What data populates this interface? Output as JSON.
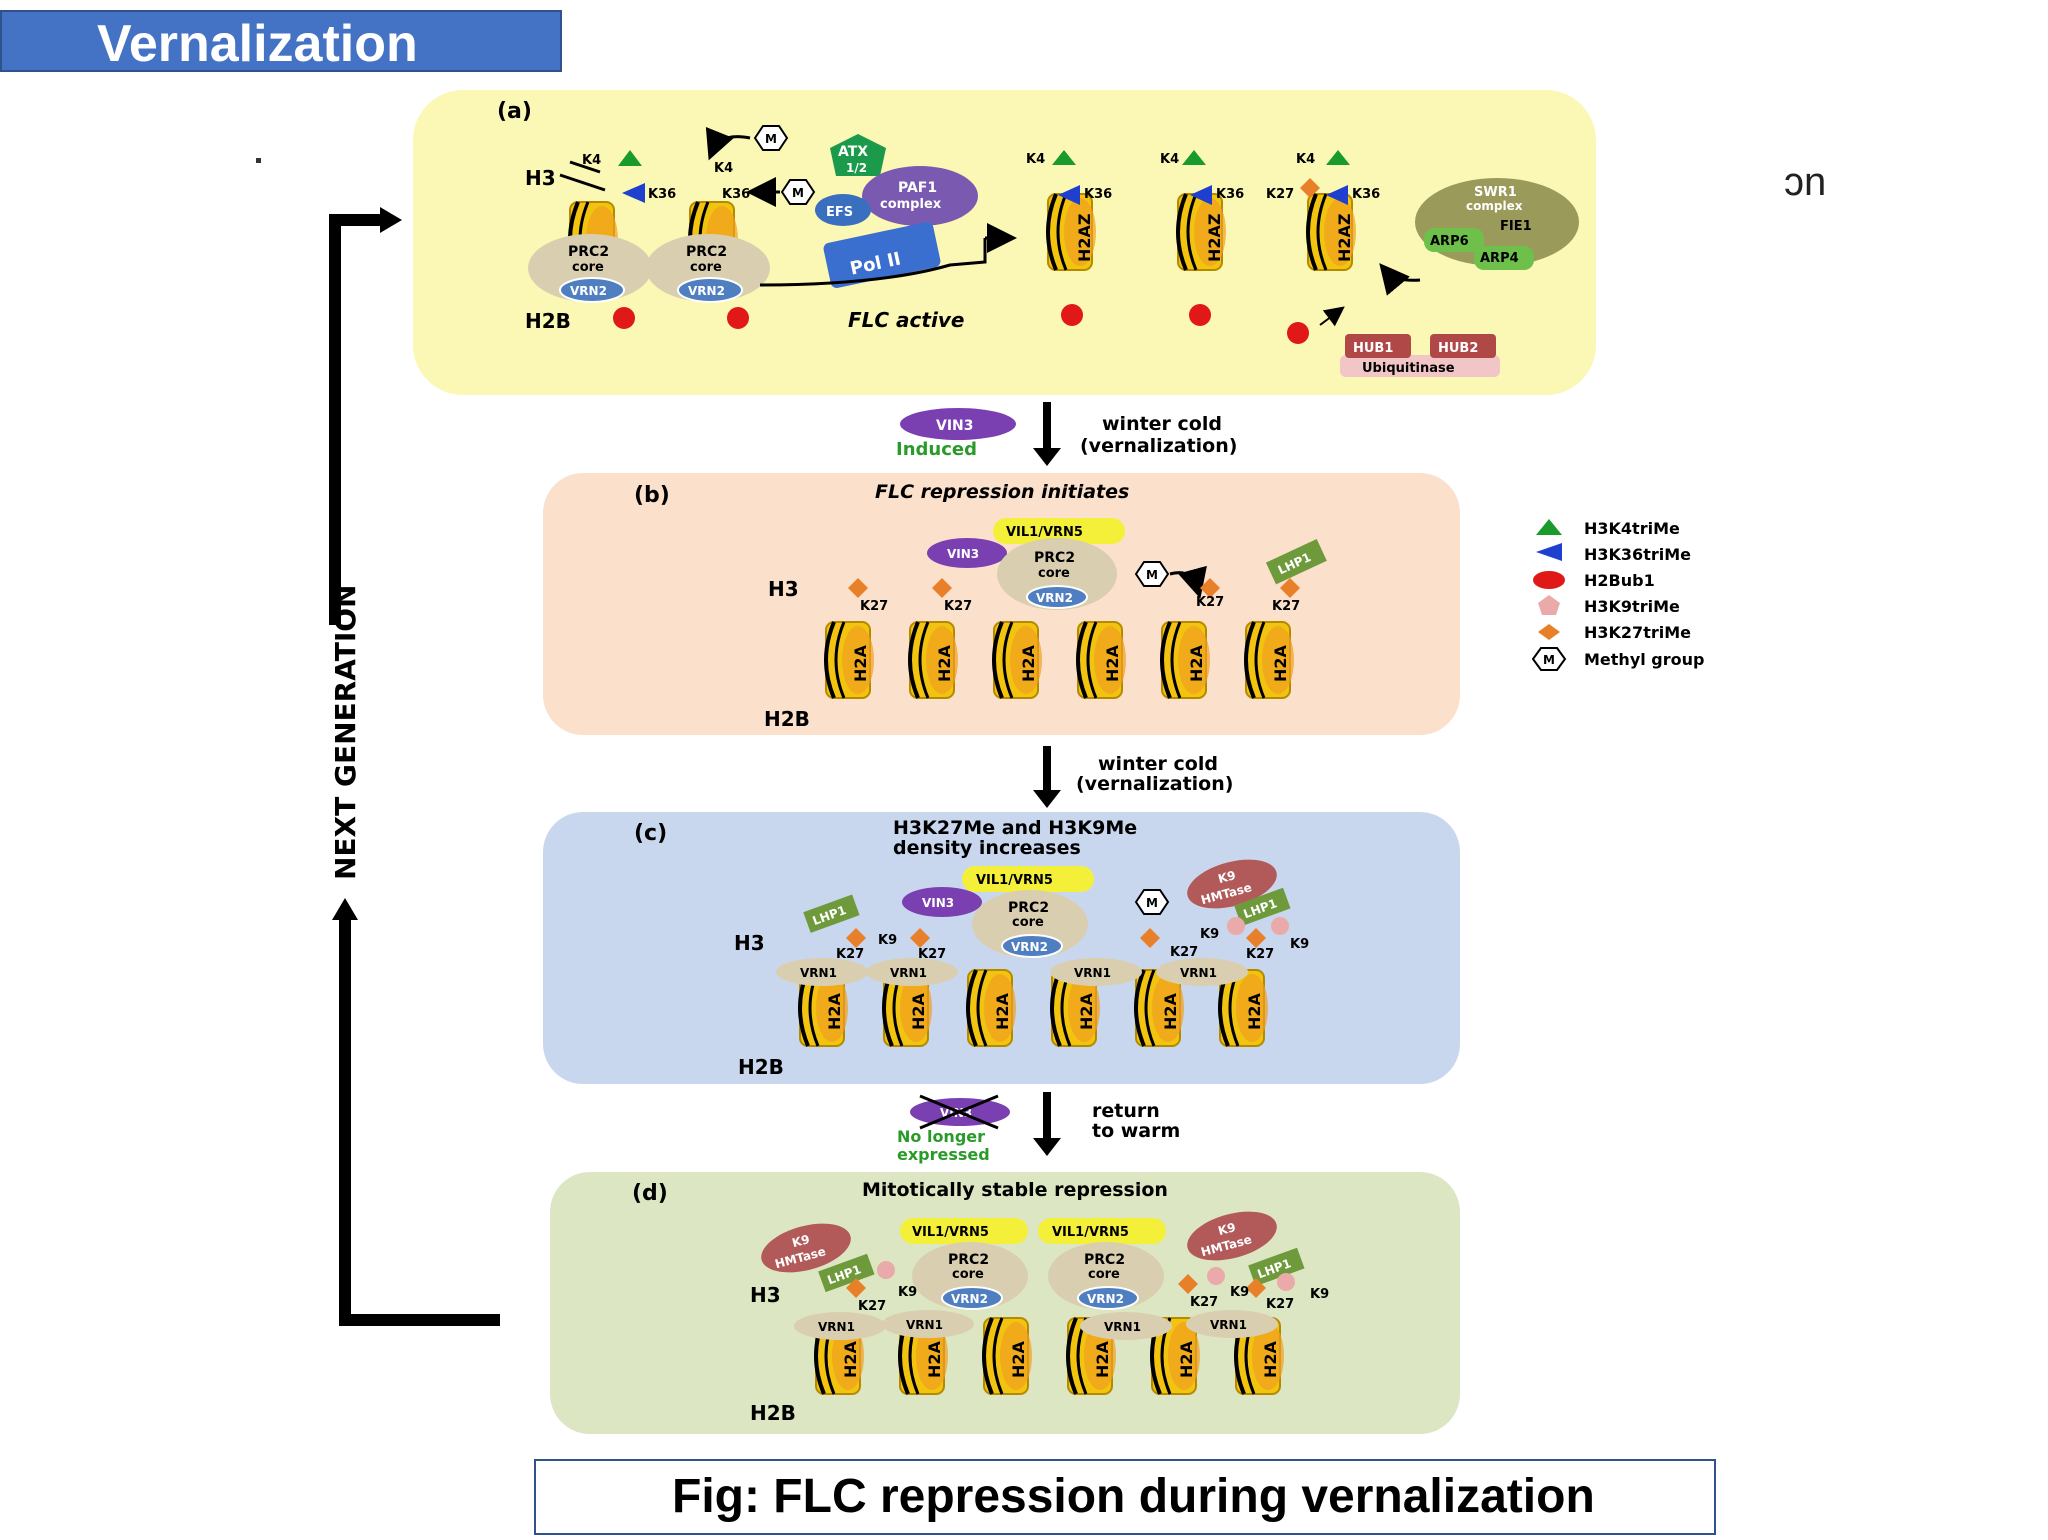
{
  "slide": {
    "title": "Vernalization",
    "caption": "Fig: FLC repression during vernalization",
    "stray_text": "ɔn"
  },
  "colors": {
    "title_bg": "#4472c4",
    "panel_a": "#fbf7b5",
    "panel_b": "#fbe0cc",
    "panel_c": "#c9d7ee",
    "panel_d": "#dce6c2",
    "nucleosome": "#f2c40f",
    "h2az": "#f0922b",
    "prc2": "#d9cfb0",
    "vrn2": "#4f7fc0",
    "vin3": "#7a3fb0",
    "vil1": "#f4f03a",
    "lhp1": "#6f9a3c",
    "k9hmtase": "#b25a5a",
    "h3k4": "#1a9a2a",
    "h3k36": "#1f3fcf",
    "h2bub1": "#e01818",
    "h3k9": "#eaaaaa",
    "h3k27": "#e8802a"
  },
  "side_label": "NEXT GENERATION",
  "panels": {
    "a": {
      "letter": "(a)",
      "h3": "H3",
      "h2b": "H2B",
      "k4": "K4",
      "k36": "K36",
      "k27": "K27",
      "prc2": "PRC2",
      "core": "core",
      "vrn2": "VRN2",
      "m": "M",
      "atx": "ATX",
      "atx_sub": "1/2",
      "paf1": "PAF1",
      "complex": "complex",
      "efs": "EFS",
      "pol": "Pol II",
      "flc_active": "FLC active",
      "h2az": "H2AZ",
      "swr1": "SWR1",
      "fie1": "FIE1",
      "arp6": "ARP6",
      "arp4": "ARP4",
      "hub1": "HUB1",
      "hub2": "HUB2",
      "ubiq": "Ubiquitinase"
    },
    "arrow1": {
      "vin3": "VIN3",
      "induced": "Induced",
      "line1": "winter cold",
      "line2": "(vernalization)"
    },
    "b": {
      "letter": "(b)",
      "title": "FLC repression initiates",
      "vil1": "VIL1/VRN5",
      "vin3": "VIN3",
      "prc2": "PRC2",
      "core": "core",
      "vrn2": "VRN2",
      "m": "M",
      "lhp1": "LHP1",
      "h3": "H3",
      "h2b": "H2B",
      "k27": "K27",
      "h2a": "H2A"
    },
    "arrow2": {
      "line1": "winter cold",
      "line2": "(vernalization)"
    },
    "c": {
      "letter": "(c)",
      "title1": "H3K27Me and H3K9Me",
      "title2": "density increases",
      "vil1": "VIL1/VRN5",
      "vin3": "VIN3",
      "prc2": "PRC2",
      "core": "core",
      "vrn2": "VRN2",
      "m": "M",
      "k9hmt1": "K9",
      "k9hmt2": "HMTase",
      "lhp1": "LHP1",
      "h3": "H3",
      "h2b": "H2B",
      "k27": "K27",
      "k9": "K9",
      "vrn1": "VRN1",
      "h2a": "H2A"
    },
    "arrow3": {
      "vin3": "VIN3",
      "nolonger1": "No longer",
      "nolonger2": "expressed",
      "line1": "return",
      "line2": "to warm"
    },
    "d": {
      "letter": "(d)",
      "title": "Mitotically  stable repression",
      "vil1": "VIL1/VRN5",
      "prc2": "PRC2",
      "core": "core",
      "vrn2": "VRN2",
      "k9hmt1": "K9",
      "k9hmt2": "HMTase",
      "lhp1": "LHP1",
      "h3": "H3",
      "h2b": "H2B",
      "k27": "K27",
      "k9": "K9",
      "vrn1": "VRN1",
      "h2a": "H2A"
    },
    "legend": {
      "items": [
        "H3K4triMe",
        "H3K36triMe",
        "H2Bub1",
        "H3K9triMe",
        "H3K27triMe",
        "Methyl group"
      ],
      "m": "M"
    }
  }
}
